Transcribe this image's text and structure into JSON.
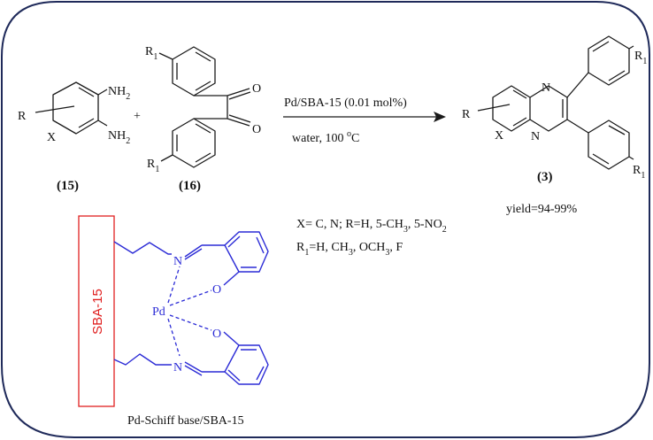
{
  "reactant_15": {
    "label": "(15)",
    "R": "R",
    "X": "X",
    "NH2": "NH",
    "sub2": "2"
  },
  "plus_sign": "+",
  "reactant_16": {
    "label": "(16)",
    "R": "R",
    "sub1": "1",
    "O": "O"
  },
  "arrow": {
    "above": "Pd/SBA-15 (0.01 mol%)",
    "below_a": "water, 100 ",
    "below_sup": "o",
    "below_b": "C"
  },
  "product_3": {
    "label": "(3)",
    "R": "R",
    "X": "X",
    "N": "N",
    "R1": "R",
    "sub1": "1",
    "yield": "yield=94-99%"
  },
  "conditions": {
    "line1_a": "X= C, N; R=H, 5-CH",
    "line1_sub": "3",
    "line1_b": ", 5-NO",
    "line1_sub2": "2",
    "line2_a": "R",
    "line2_sub": "1",
    "line2_b": "=H, CH",
    "line2_sub2": "3",
    "line2_c": ", OCH",
    "line2_sub3": "3",
    "line2_d": ", F"
  },
  "catalyst": {
    "support": "SBA-15",
    "N": "N",
    "O": "O",
    "Pd": "Pd",
    "caption": "Pd-Schiff base/SBA-15"
  },
  "colors": {
    "frame": "#1f2a5a",
    "ligand": "#2b2bd6",
    "support": "#e02020"
  }
}
